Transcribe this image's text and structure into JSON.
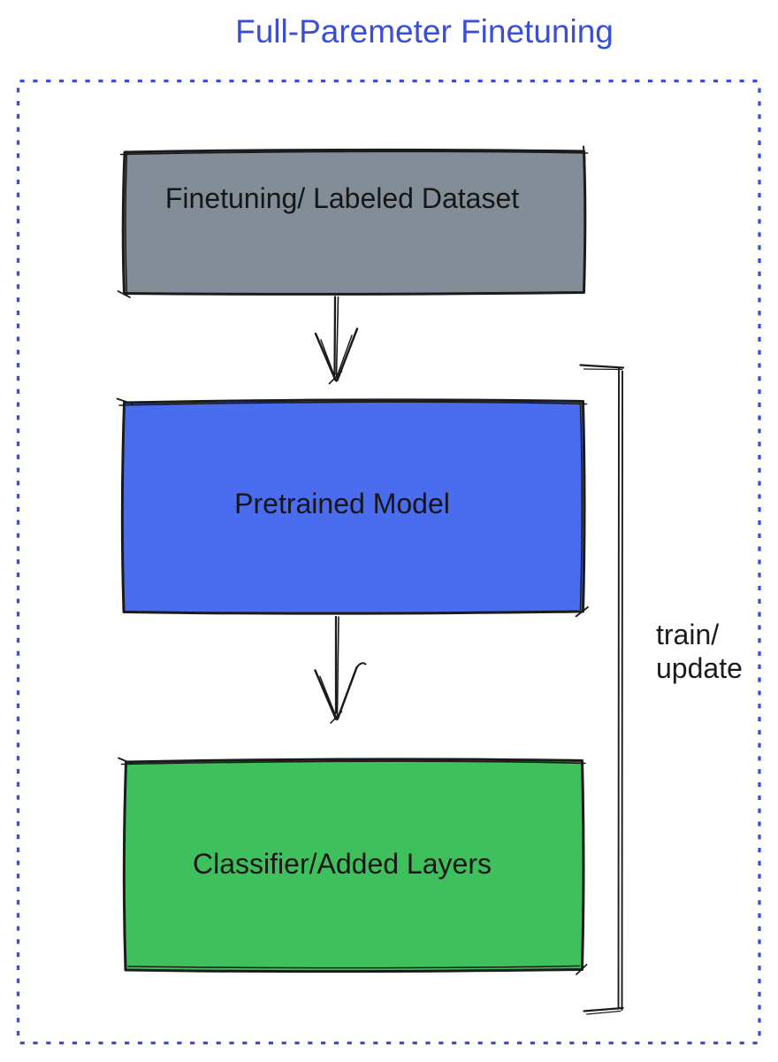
{
  "title": {
    "text": "Full-Paremeter Finetuning",
    "color": "#3a4ed8"
  },
  "frame": {
    "border_color": "#3a4ed8"
  },
  "diagram": {
    "boxes": [
      {
        "name": "finetuning-labeled-dataset",
        "label": "Finetuning/ Labeled Dataset",
        "fill": "#838d98"
      },
      {
        "name": "pretrained-model",
        "label": "Pretrained Model",
        "fill": "#4a6cee"
      },
      {
        "name": "classifier-added-layers",
        "label": "Classifier/Added Layers",
        "fill": "#3ec15c"
      }
    ],
    "annotation": {
      "line1": "train/",
      "line2": "update",
      "color": "#1b1b1b"
    }
  }
}
